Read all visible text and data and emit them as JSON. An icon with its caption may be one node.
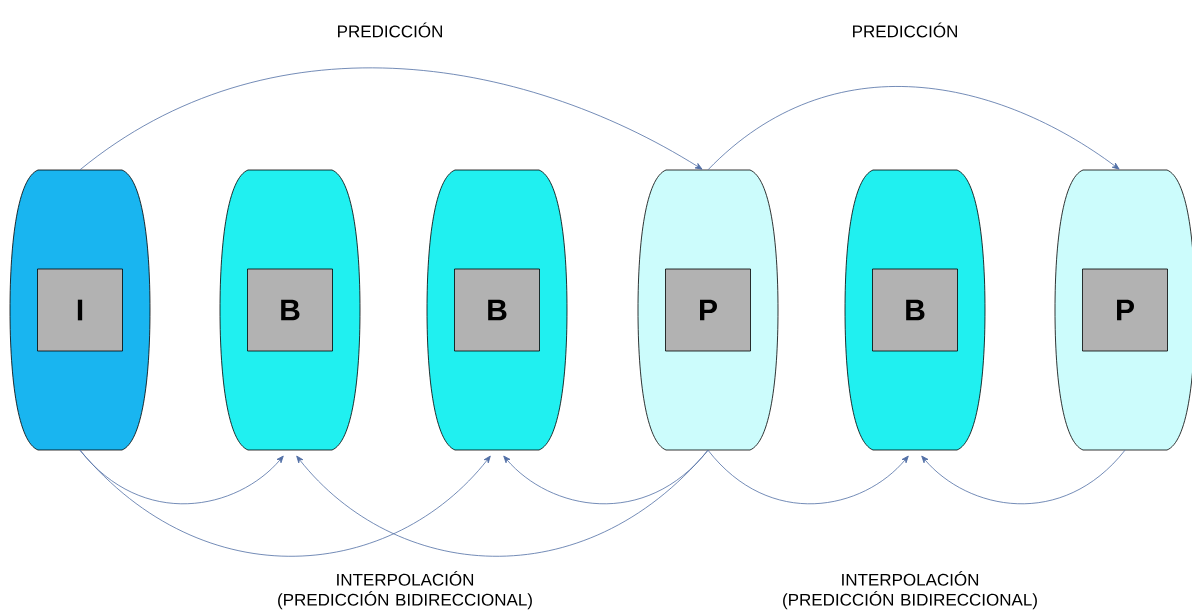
{
  "diagram": {
    "nodes": [
      {
        "text": [],
        "shape": "barrel"
      },
      {
        "text": [
          "I"
        ],
        "in": 0
      },
      {
        "text": [],
        "shape": "barrel"
      },
      {
        "text": [
          "B"
        ],
        "in": 2
      },
      {
        "text": [],
        "shape": "barrel"
      },
      {
        "text": [
          "B"
        ],
        "in": 4
      },
      {
        "text": [],
        "shape": "barrel"
      },
      {
        "text": [
          "P"
        ],
        "in": 6
      },
      {
        "text": [],
        "shape": "barrel"
      },
      {
        "text": [
          "B"
        ],
        "in": 8
      },
      {
        "text": [],
        "shape": "barrel"
      },
      {
        "text": [
          "P"
        ],
        "in": 10
      }
    ],
    "edges": [
      {
        "from": 0,
        "to": 6,
        "arrow": "to"
      },
      {
        "from": 6,
        "to": 10,
        "arrow": "to"
      },
      {
        "from": 0,
        "to": 2,
        "arrow": "to"
      },
      {
        "from": 0,
        "to": 4,
        "arrow": "to"
      },
      {
        "from": 6,
        "to": 2,
        "arrow": "to"
      },
      {
        "from": 6,
        "to": 4,
        "arrow": "to"
      },
      {
        "from": 6,
        "to": 8,
        "arrow": "to"
      },
      {
        "from": 10,
        "to": 8,
        "arrow": "to"
      }
    ],
    "labels": [
      "PREDICCIÓN",
      "PREDICCIÓN",
      "INTERPOLACIÓN (PREDICCIÓN BIDIRECCIONAL)",
      "INTERPOLACIÓN (PREDICCIÓN BIDIRECCIONAL)"
    ]
  }
}
